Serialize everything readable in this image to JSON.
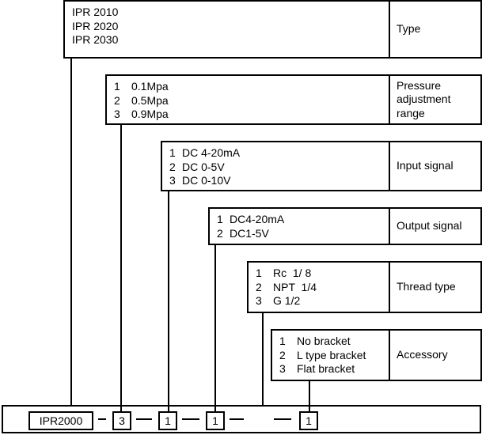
{
  "rows": [
    {
      "options": [
        "IPR 2010",
        "IPR 2020",
        "IPR 2030"
      ],
      "numbered": false,
      "category": "Type"
    },
    {
      "options": [
        [
          "1",
          "0.1Mpa"
        ],
        [
          "2",
          "0.5Mpa"
        ],
        [
          "3",
          "0.9Mpa"
        ]
      ],
      "numbered": true,
      "category": "Pressure\nadjustment\nrange"
    },
    {
      "options": [
        [
          "1",
          "DC 4-20mA"
        ],
        [
          "2",
          "DC 0-5V"
        ],
        [
          "3",
          "DC 0-10V"
        ]
      ],
      "numbered": true,
      "category": "Input signal"
    },
    {
      "options": [
        [
          "1",
          "DC4-20mA"
        ],
        [
          "2",
          "DC1-5V"
        ]
      ],
      "numbered": true,
      "category": "Output signal"
    },
    {
      "options": [
        [
          "1",
          "Rc  1/ 8"
        ],
        [
          "2",
          "NPT  1/4"
        ],
        [
          "3",
          "G 1/2"
        ]
      ],
      "numbered": true,
      "category": "Thread type"
    },
    {
      "options": [
        [
          "1",
          "No bracket"
        ],
        [
          "2",
          "L type bracket"
        ],
        [
          "3",
          "Flat bracket"
        ]
      ],
      "numbered": true,
      "category": "Accessory"
    }
  ],
  "code": {
    "base": "IPR2000",
    "slots": [
      "3",
      "1",
      "1",
      "1"
    ]
  }
}
